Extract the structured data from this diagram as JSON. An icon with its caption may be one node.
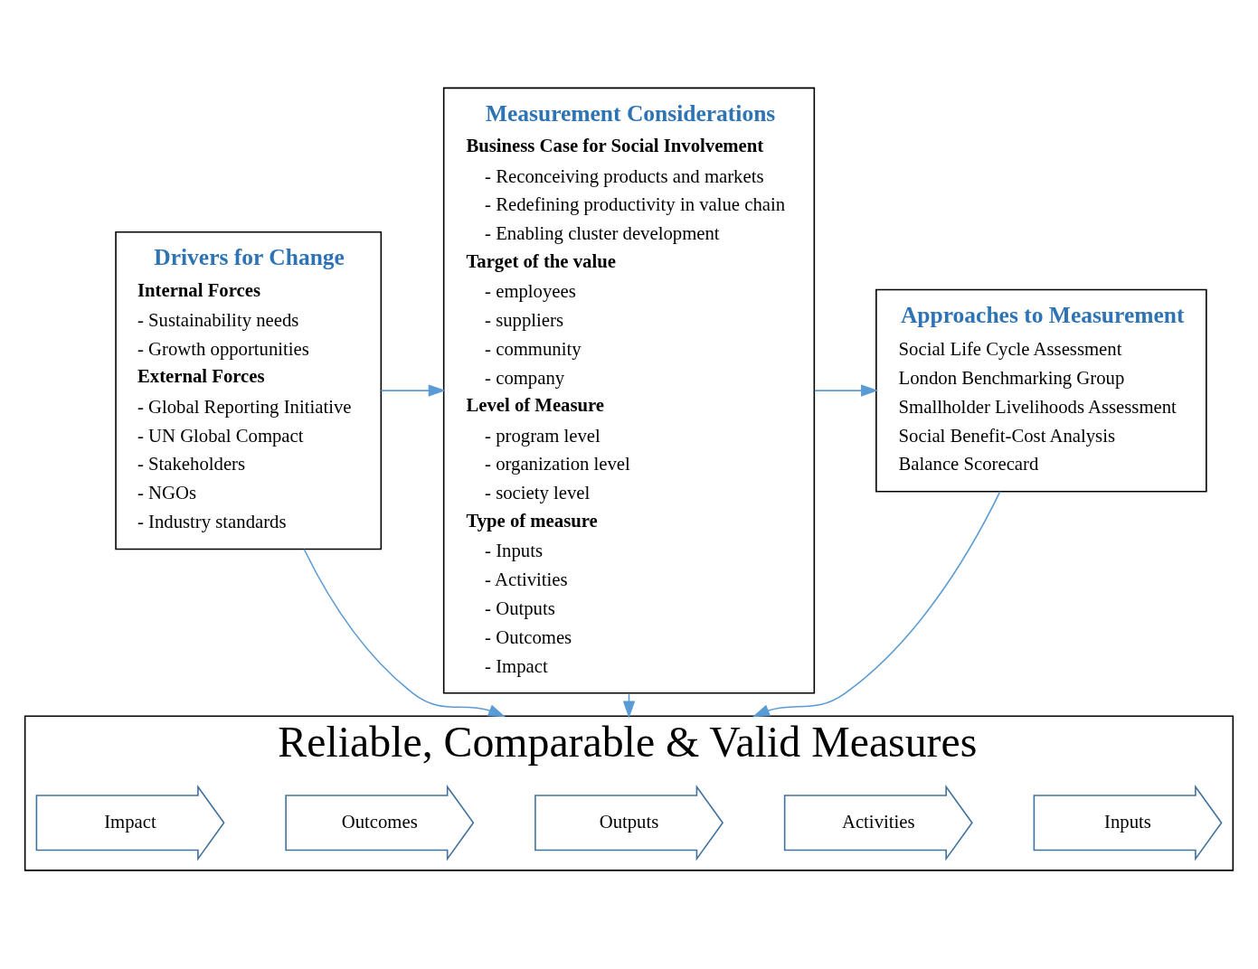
{
  "diagram": {
    "nodes": [
      {
        "text": [
          "Drivers for Change",
          "Internal Forces",
          "- Sustainability needs",
          "- Growth opportunities",
          "External Forces",
          "- Global Reporting Initiative",
          "- UN Global Compact",
          "- Stakeholders",
          "- NGOs",
          "- Industry standards"
        ]
      },
      {
        "text": [
          "Measurement Considerations",
          "Business Case for Social Involvement",
          "- Reconceiving products and markets",
          "- Redefining productivity in value chain",
          "- Enabling cluster development",
          "Target of the value",
          "- employees",
          "- suppliers",
          "- community",
          "- company",
          "Level of Measure",
          "- program level",
          "- organization level",
          "- society level",
          "Type of measure",
          "- Inputs",
          "- Activities",
          "- Outputs",
          "- Outcomes",
          "- Impact"
        ]
      },
      {
        "text": [
          "Approaches to Measurement",
          "Social Life Cycle Assessment",
          "London Benchmarking Group",
          "Smallholder Livelihoods Assessment",
          "Social Benefit-Cost Analysis",
          "Balance Scorecard"
        ]
      },
      {
        "text": [
          "Reliable, Comparable & Valid Measures"
        ]
      },
      {
        "text": [
          "Inputs"
        ],
        "in": 3
      },
      {
        "text": [
          "Activities"
        ],
        "in": 3
      },
      {
        "text": [
          "Outputs"
        ],
        "in": 3
      },
      {
        "text": [
          "Outcomes"
        ],
        "in": 3
      },
      {
        "text": [
          "Impact"
        ],
        "in": 3
      }
    ],
    "edges": [
      {
        "from": 0,
        "to": 1,
        "arrow": "to"
      },
      {
        "from": 1,
        "to": 2,
        "arrow": "to"
      },
      {
        "from": 0,
        "to": 3,
        "arrow": "to"
      },
      {
        "from": 1,
        "to": 3,
        "arrow": "to"
      },
      {
        "from": 2,
        "to": 3,
        "arrow": "to"
      }
    ]
  }
}
